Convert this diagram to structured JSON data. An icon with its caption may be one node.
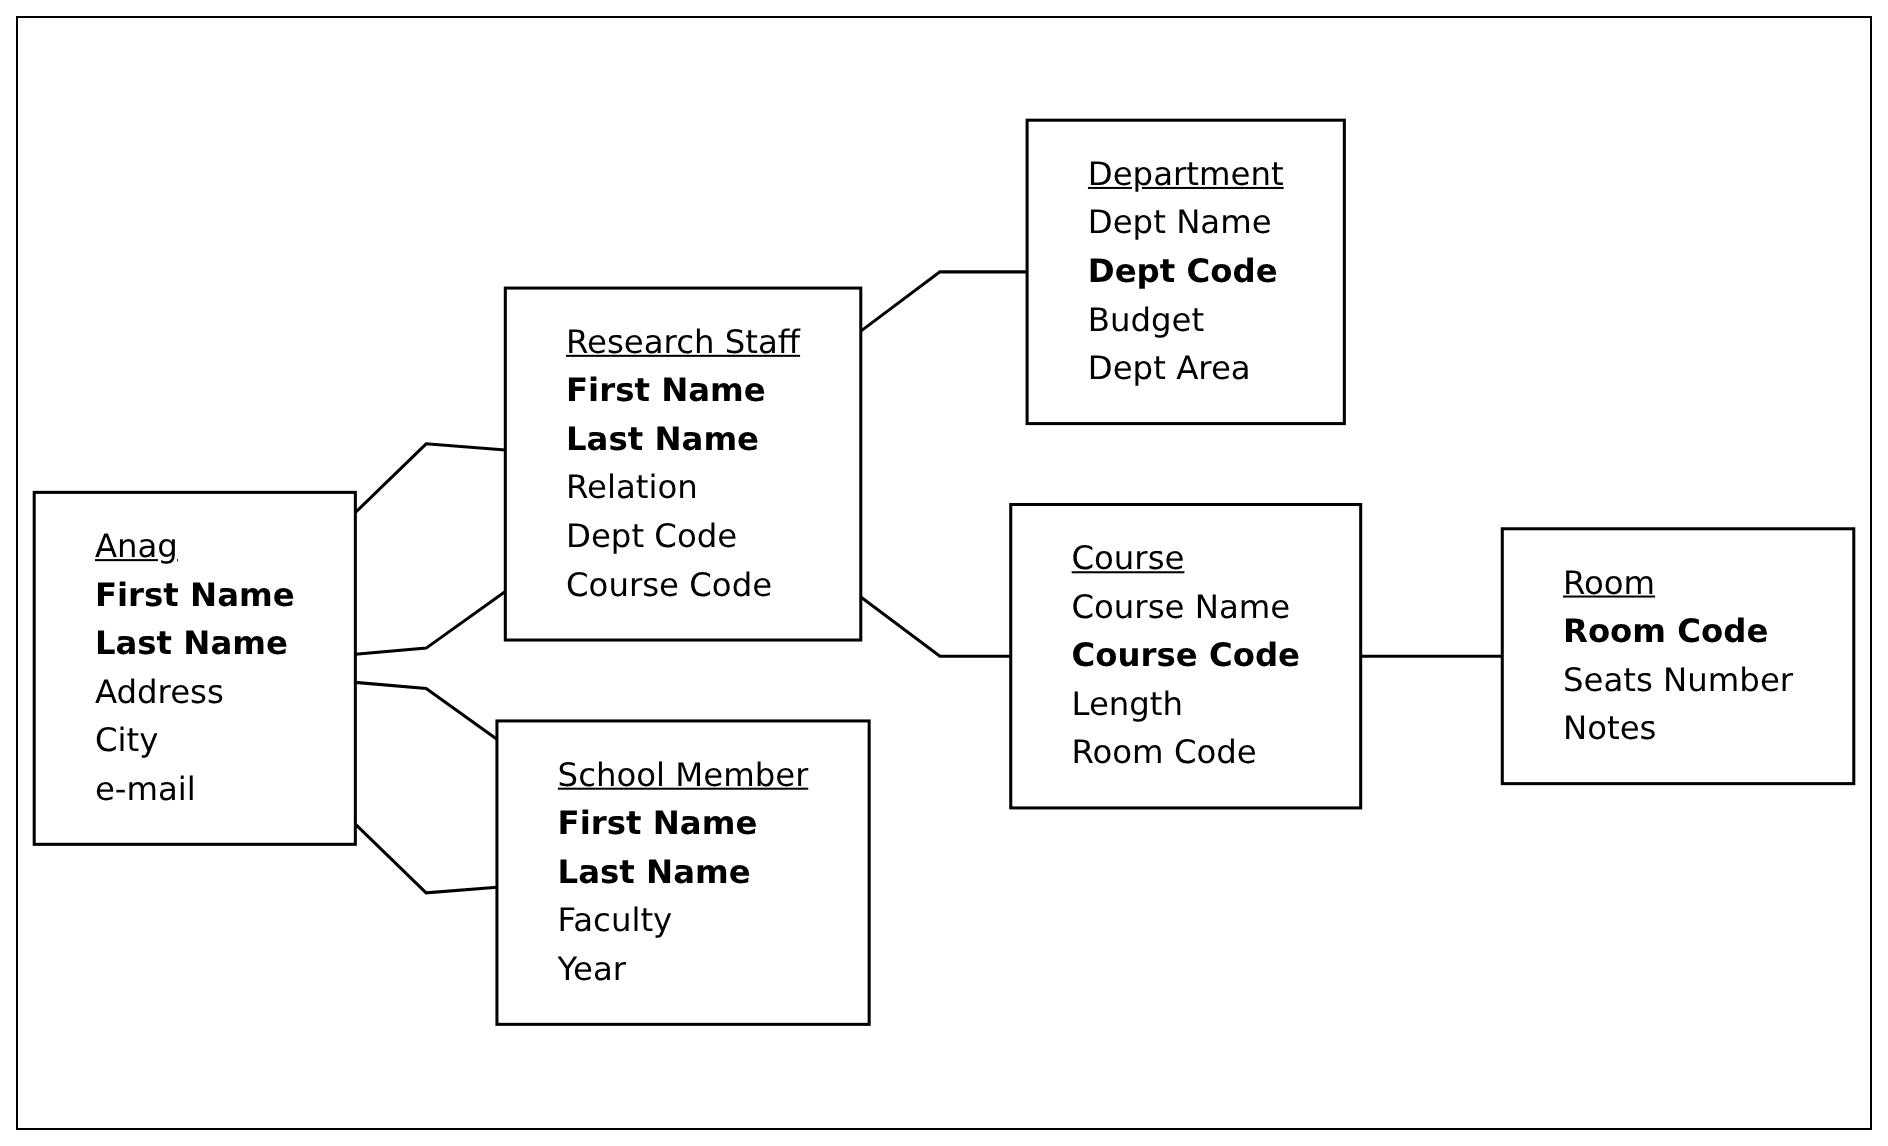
{
  "diagram": {
    "nodes": [
      {
        "text": [
          "Anag",
          "**First Name**",
          "**Last Name**",
          "Address",
          "City",
          "e-mail"
        ]
      },
      {
        "text": [
          "Research Staff",
          "**First Name**",
          "**Last Name**",
          "Relation",
          "Dept Code",
          "Course Code"
        ]
      },
      {
        "text": [
          "School Member",
          "**First Name**",
          "**Last Name**",
          "Faculty",
          "Year"
        ]
      },
      {
        "text": [
          "Department",
          "Dept Name",
          "**Dept Code**",
          "Budget",
          "Dept Area"
        ]
      },
      {
        "text": [
          "Course",
          "Course Name",
          "**Course Code**",
          "Length",
          "Room Code"
        ]
      },
      {
        "text": [
          "Room",
          "**Room Code**",
          "Seats Number",
          "Notes"
        ]
      }
    ],
    "edges": [
      {
        "from": 0,
        "to": 1,
        "arrow": "none"
      },
      {
        "from": 0,
        "to": 1,
        "arrow": "none"
      },
      {
        "from": 0,
        "to": 2,
        "arrow": "none"
      },
      {
        "from": 0,
        "to": 2,
        "arrow": "none"
      },
      {
        "from": 1,
        "to": 3,
        "arrow": "none"
      },
      {
        "from": 1,
        "to": 4,
        "arrow": "none"
      },
      {
        "from": 4,
        "to": 5,
        "arrow": "none"
      }
    ]
  }
}
